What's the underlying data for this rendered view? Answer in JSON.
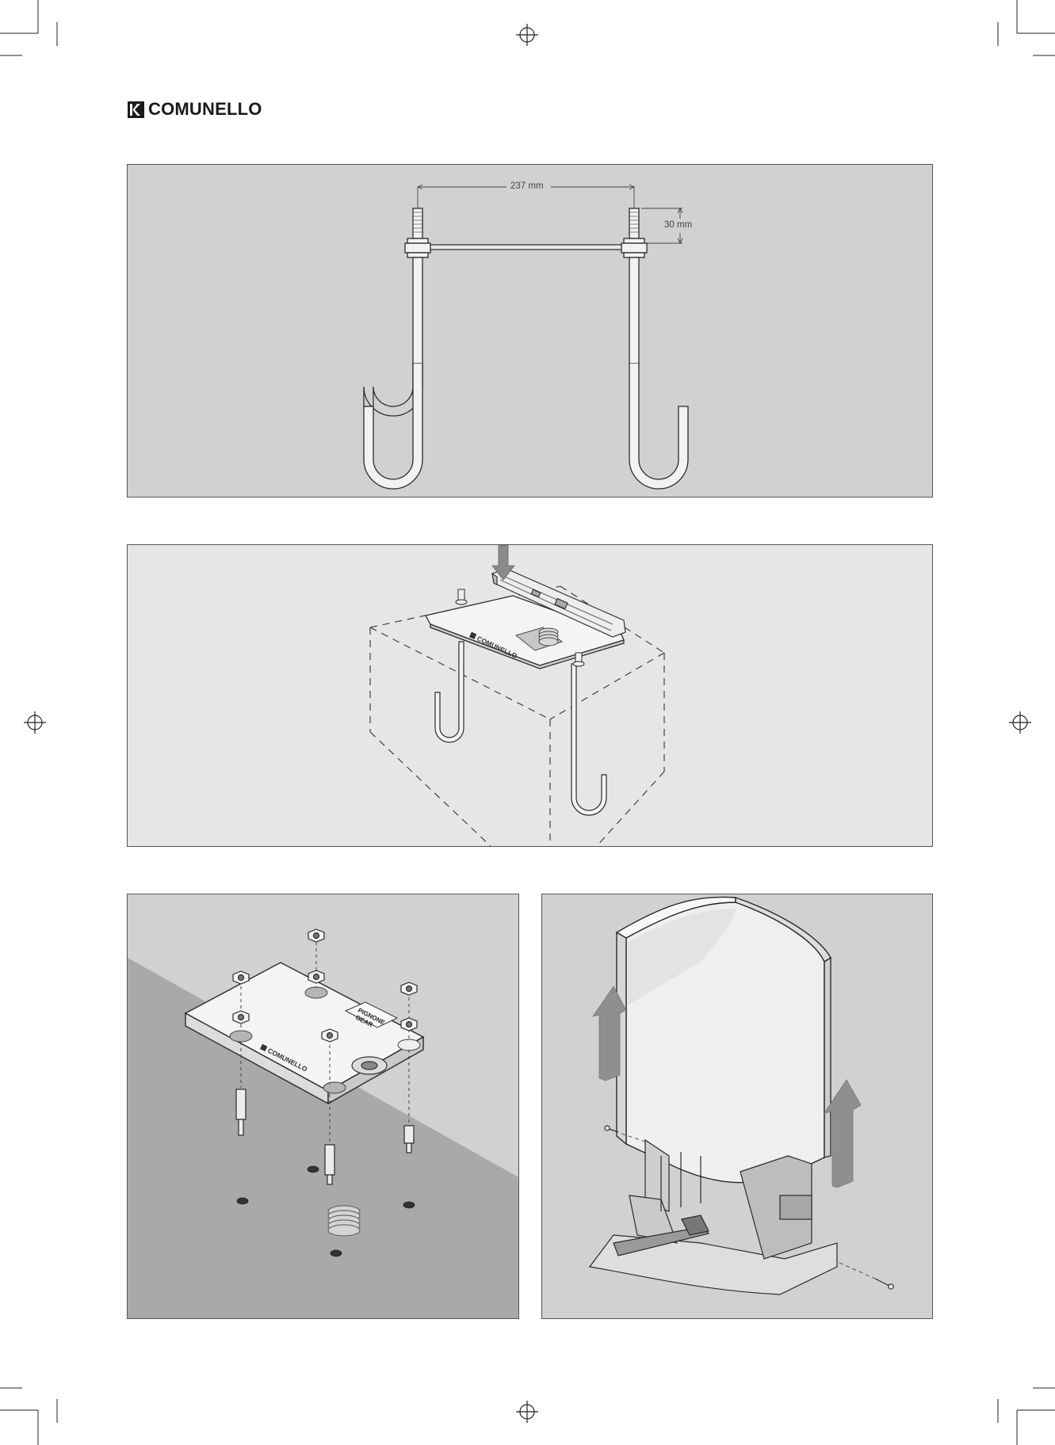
{
  "brand": {
    "name": "COMUNELLO",
    "icon": "comunello-logo-icon"
  },
  "figure1": {
    "width_label": "237 mm",
    "height_label": "30 mm"
  },
  "figure2": {
    "plate_brand": "COMUNELLO"
  },
  "figure3": {
    "plate_brand": "COMUNELLO",
    "pinion_label_1": "PIGNONE",
    "pinion_label_2": "GEAR"
  },
  "colors": {
    "panel_dark": "#d1d1d1",
    "panel_light": "#e6e6e6",
    "ground": "#a9a9a9",
    "line": "#2a2a2a"
  }
}
